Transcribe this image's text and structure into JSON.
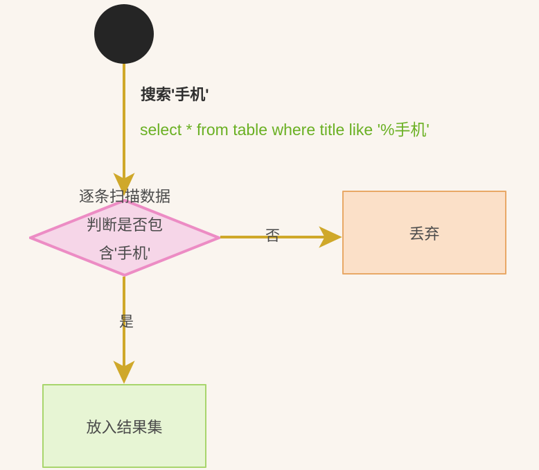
{
  "diagram": {
    "type": "flowchart",
    "background_color": "#faf5ef",
    "title_text": "搜索'手机'",
    "sql_text": "select * from table where title like '%手机'",
    "nodes": {
      "start": {
        "label": "",
        "shape": "circle",
        "fill": "#252525"
      },
      "decision": {
        "label": "逐条扫描数据\n判断是否包\n含'手机'",
        "shape": "diamond",
        "fill": "#f6d6e8",
        "stroke": "#ec8cc4"
      },
      "discard": {
        "label": "丢弃",
        "shape": "rectangle",
        "fill": "#fbe0c8",
        "stroke": "#e8a866"
      },
      "result": {
        "label": "放入结果集",
        "shape": "rectangle",
        "fill": "#e7f5d4",
        "stroke": "#a8d56c"
      }
    },
    "edges": {
      "start_to_decision": {
        "label": ""
      },
      "decision_to_discard": {
        "label": "否"
      },
      "decision_to_result": {
        "label": "是"
      },
      "arrow_color": "#cfa82a"
    }
  }
}
